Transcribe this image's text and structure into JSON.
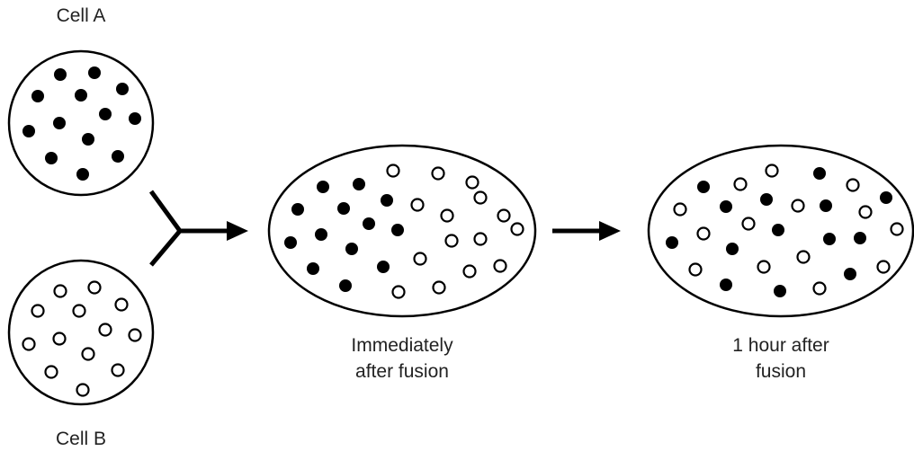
{
  "labels": {
    "cell_a": "Cell A",
    "cell_b": "Cell B",
    "stage_1_line1": "Immediately",
    "stage_1_line2": "after fusion",
    "stage_2_line1": "1 hour after",
    "stage_2_line2": "fusion"
  },
  "colors": {
    "stroke": "#000000",
    "filled_marker": "#000000",
    "hollow_marker_fill": "#ffffff",
    "text": "#222222"
  },
  "legend_semantics": {
    "filled_marker": "cell-a-protein",
    "hollow_marker": "cell-b-protein"
  }
}
